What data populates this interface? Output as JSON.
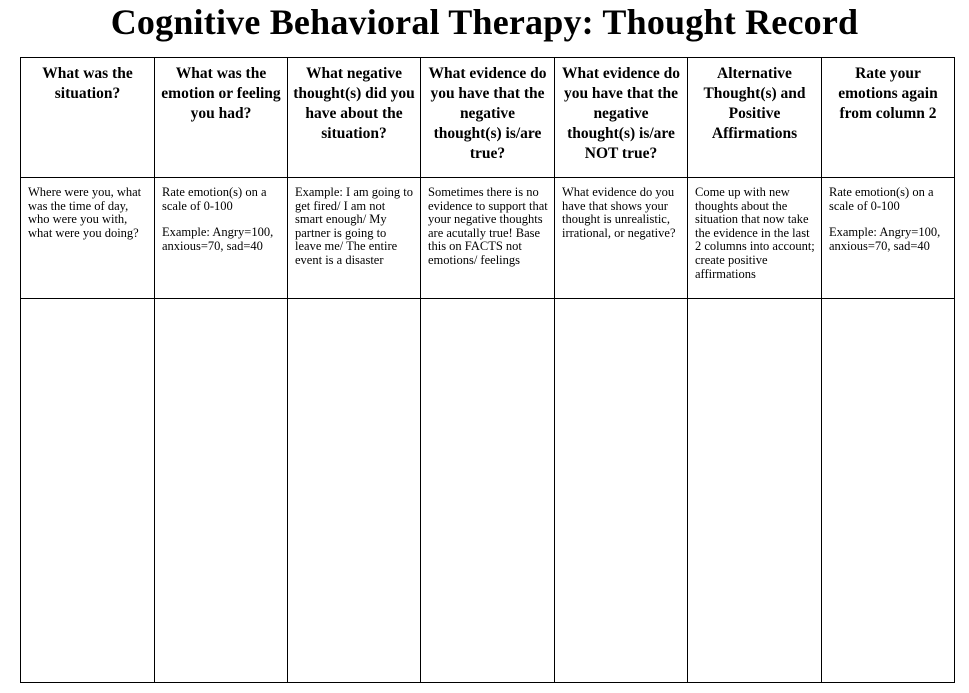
{
  "title": "Cognitive Behavioral Therapy: Thought Record",
  "columns": [
    {
      "header": "What was the situation?",
      "example": "Where were you, what was the time of day, who were you with, what were you doing?",
      "example2": ""
    },
    {
      "header": "What was the emotion or feeling you had?",
      "example": "Rate emotion(s) on a scale of 0-100",
      "example2": "Example: Angry=100, anxious=70, sad=40"
    },
    {
      "header": "What negative thought(s) did you have about the situation?",
      "example": "Example: I am going to get fired/ I am not smart enough/ My partner is going to leave me/ The entire event is a disaster",
      "example2": ""
    },
    {
      "header": "What evidence do you have that the negative thought(s) is/are true?",
      "example": "Sometimes there is no evidence to support that your negative thoughts are acutally true! Base this on FACTS not emotions/ feelings",
      "example2": ""
    },
    {
      "header": "What evidence do you have that the negative thought(s) is/are NOT true?",
      "example": "What evidence do you have that shows your thought is unrealistic, irrational, or negative?",
      "example2": ""
    },
    {
      "header": "Alternative Thought(s) and Positive Affirmations",
      "example": "Come up with new thoughts about the situation that now take the evidence in the last 2 columns into account; create positive affirmations",
      "example2": ""
    },
    {
      "header": "Rate your emotions again from column 2",
      "example": "Rate emotion(s) on a scale of 0-100",
      "example2": "Example: Angry=100, anxious=70, sad=40"
    }
  ]
}
